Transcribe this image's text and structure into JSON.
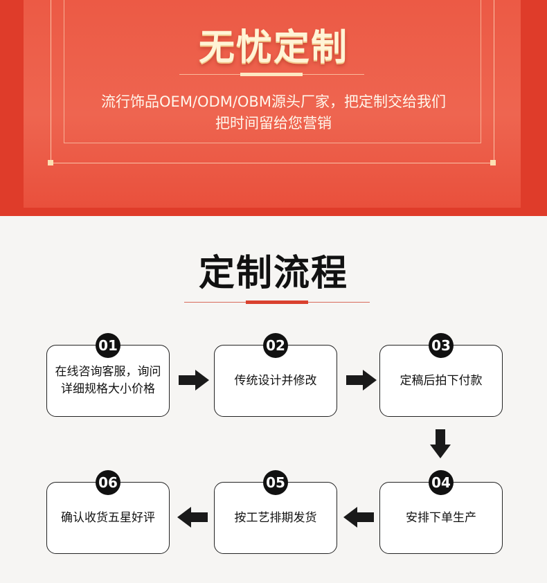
{
  "banner": {
    "title": "无忧定制",
    "subtitle_line1": "流行饰品OEM/ODM/OBM源头厂家，把定制交给我们",
    "subtitle_line2": "把时间留给您营销"
  },
  "section": {
    "title": "定制流程"
  },
  "steps": [
    {
      "number": "01",
      "text": "在线咨询客服，询问详细规格大小价格"
    },
    {
      "number": "02",
      "text": "传统设计并修改"
    },
    {
      "number": "03",
      "text": "定稿后拍下付款"
    },
    {
      "number": "04",
      "text": "安排下单生产"
    },
    {
      "number": "05",
      "text": "按工艺排期发货"
    },
    {
      "number": "06",
      "text": "确认收货五星好评"
    }
  ],
  "colors": {
    "banner_red": "#df3c2a",
    "accent_red": "#d9412e",
    "step_border": "#222222",
    "badge": "#111111"
  },
  "icons": [
    "arrow-right-icon",
    "arrow-down-icon",
    "arrow-left-icon"
  ]
}
